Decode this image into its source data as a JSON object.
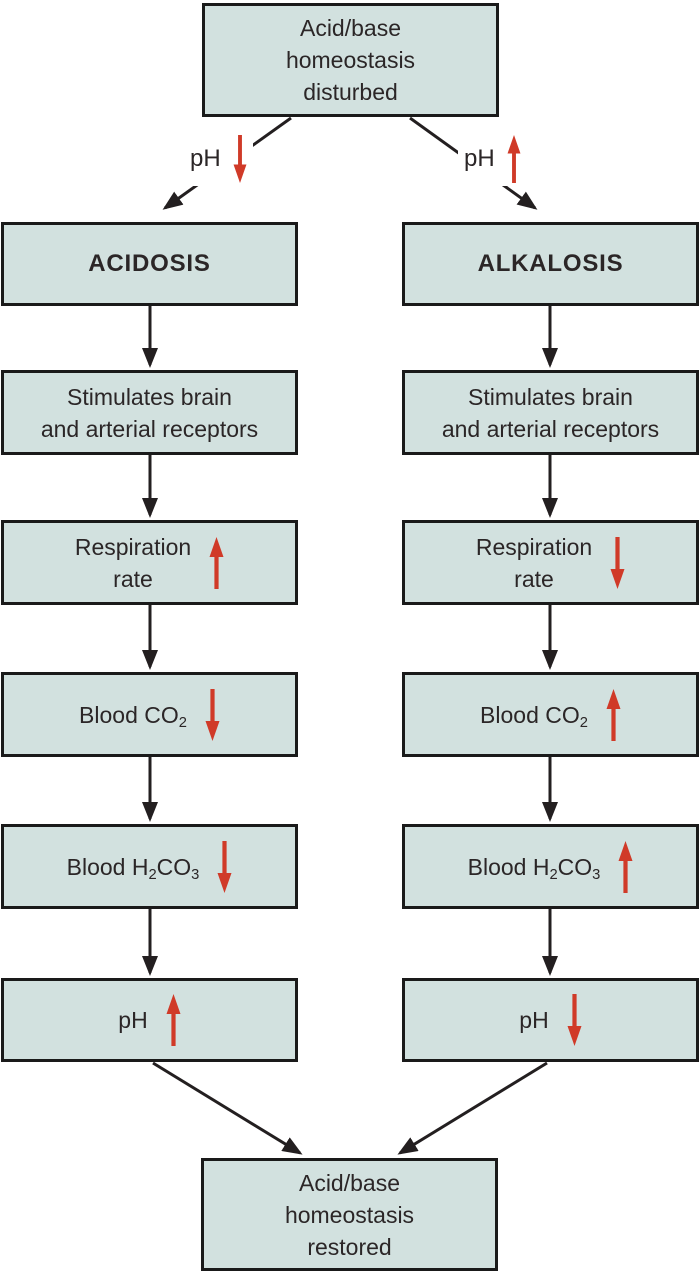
{
  "colors": {
    "box_fill": "#d2e1df",
    "box_border": "#1a1a1a",
    "ink": "#2b2627",
    "arrow_red": "#d03a28",
    "line_black": "#231f20"
  },
  "top_box": {
    "text": "Acid/base\nhomeostasis\ndisturbed"
  },
  "branches": {
    "left": {
      "label": "pH",
      "arrow": "down"
    },
    "right": {
      "label": "pH",
      "arrow": "up"
    }
  },
  "left_column": {
    "title": "ACIDOSIS",
    "receptors": {
      "text": "Stimulates brain\nand arterial receptors"
    },
    "respiration": {
      "text": "Respiration\nrate",
      "arrow": "up"
    },
    "blood_co2": {
      "pre": "Blood CO",
      "sub": "2",
      "arrow": "down"
    },
    "blood_h2co3": {
      "pre": "Blood H",
      "sub1": "2",
      "mid": "CO",
      "sub2": "3",
      "arrow": "down"
    },
    "ph": {
      "text": "pH",
      "arrow": "up"
    }
  },
  "right_column": {
    "title": "ALKALOSIS",
    "receptors": {
      "text": "Stimulates brain\nand arterial receptors"
    },
    "respiration": {
      "text": "Respiration\nrate",
      "arrow": "down"
    },
    "blood_co2": {
      "pre": "Blood CO",
      "sub": "2",
      "arrow": "up"
    },
    "blood_h2co3": {
      "pre": "Blood H",
      "sub1": "2",
      "mid": "CO",
      "sub2": "3",
      "arrow": "up"
    },
    "ph": {
      "text": "pH",
      "arrow": "down"
    }
  },
  "bottom_box": {
    "text": "Acid/base\nhomeostasis\nrestored"
  }
}
